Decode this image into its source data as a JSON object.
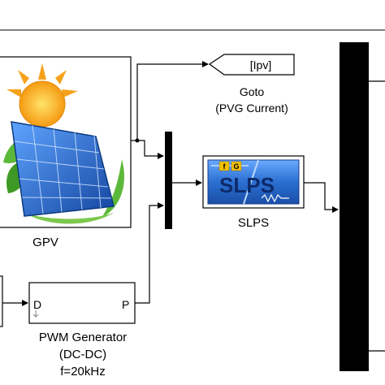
{
  "blocks": {
    "gpv": {
      "label": "GPV",
      "icon": "solar-panel-sun-icon"
    },
    "goto": {
      "tag": "[Ipv]",
      "label_line1": "Goto",
      "label_line2": "(PVG Current)"
    },
    "slps": {
      "inner_text": "SLPS",
      "label": "SLPS",
      "icon_f": "f",
      "icon_g": "G"
    },
    "pwm": {
      "port_in": "D",
      "port_out": "P",
      "label_line1": "PWM Generator",
      "label_line2": "(DC-DC)",
      "label_line3": "f=20kHz"
    }
  },
  "colors": {
    "slps_fill": "#2a6fd1",
    "slps_text": "#0d2a6b",
    "mux_bar": "#000000",
    "sun": "#f7a21b",
    "panel": "#1e5fb8",
    "leaf": "#5cb83a"
  }
}
